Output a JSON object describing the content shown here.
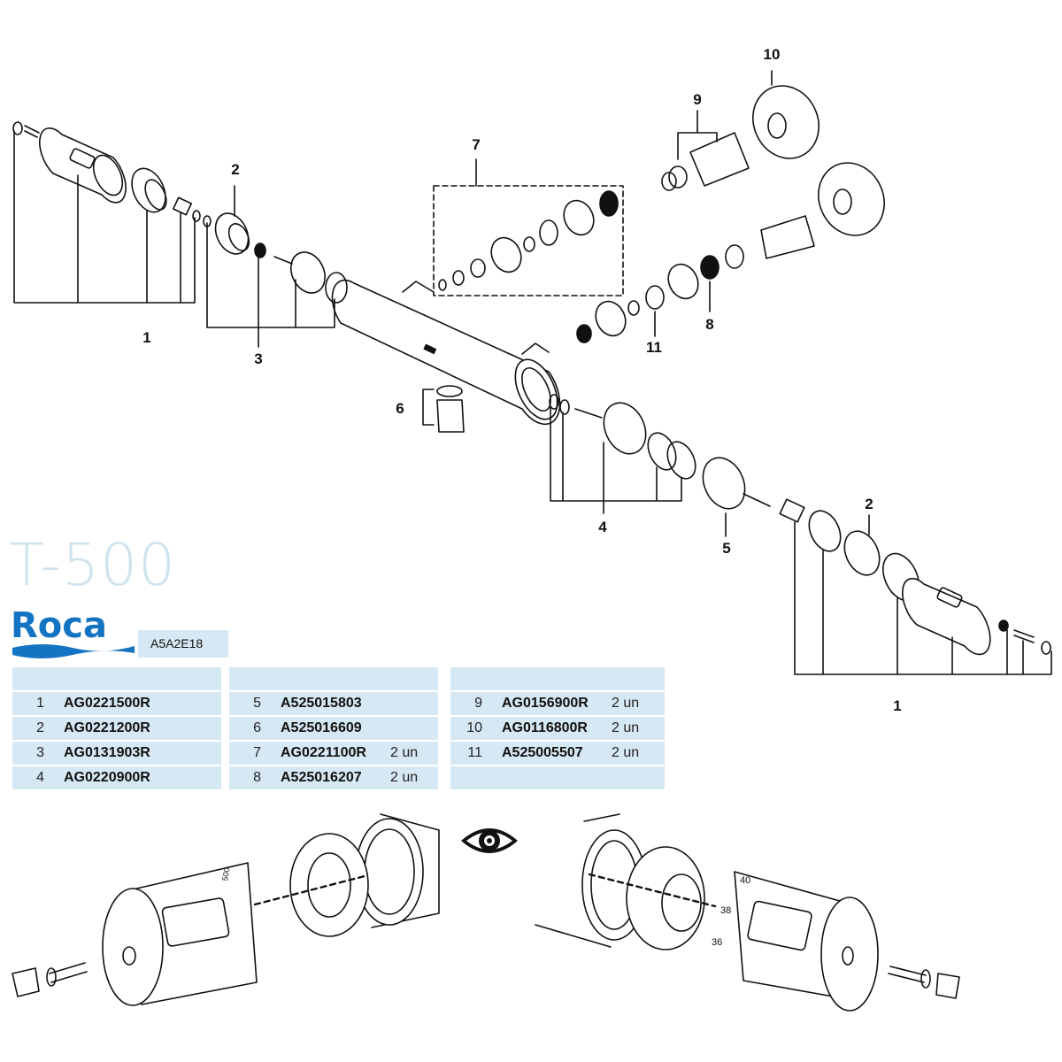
{
  "document": {
    "model": "T-500",
    "brand": "Roca",
    "doc_code": "A5A2E18"
  },
  "callouts": {
    "c1_left": "1",
    "c1_right": "1",
    "c2_left": "2",
    "c2_right": "2",
    "c3": "3",
    "c4": "4",
    "c5": "5",
    "c6": "6",
    "c7": "7",
    "c8": "8",
    "c9": "9",
    "c10": "10",
    "c11": "11"
  },
  "parts_table": {
    "col1": [
      {
        "no": "1",
        "code": "AG0221500R",
        "qty": ""
      },
      {
        "no": "2",
        "code": "AG0221200R",
        "qty": ""
      },
      {
        "no": "3",
        "code": "AG0131903R",
        "qty": ""
      },
      {
        "no": "4",
        "code": "AG0220900R",
        "qty": ""
      }
    ],
    "col2": [
      {
        "no": "5",
        "code": "A525015803",
        "qty": ""
      },
      {
        "no": "6",
        "code": "A525016609",
        "qty": ""
      },
      {
        "no": "7",
        "code": "AG0221100R",
        "qty": "2 un"
      },
      {
        "no": "8",
        "code": "A525016207",
        "qty": "2 un"
      }
    ],
    "col3": [
      {
        "no": "9",
        "code": "AG0156900R",
        "qty": "2 un"
      },
      {
        "no": "10",
        "code": "AG0116800R",
        "qty": "2 un"
      },
      {
        "no": "11",
        "code": "A525005507",
        "qty": "2 un"
      },
      {
        "no": "",
        "code": "",
        "qty": ""
      }
    ]
  },
  "assembly_detail": {
    "left_handle_label": "500",
    "temp_marks": [
      "40",
      "38",
      "36"
    ]
  },
  "icons": [
    "eye-icon",
    "roca-logo"
  ],
  "colors": {
    "table_fill": "#d6e8f3",
    "title": "#cfe3ee",
    "brand": "#1474c4"
  }
}
